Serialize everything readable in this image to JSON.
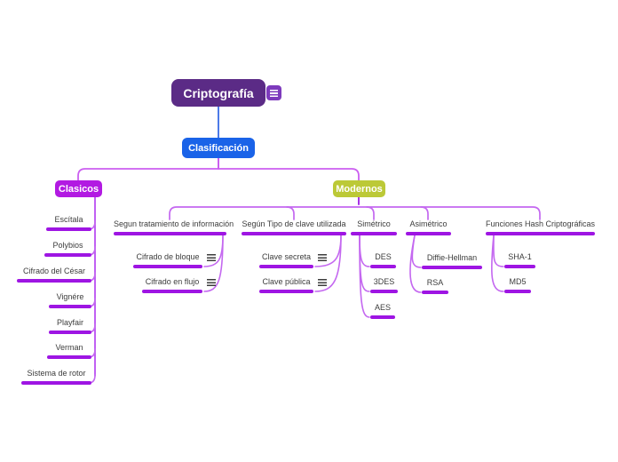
{
  "map": {
    "root": {
      "label": "Criptografía",
      "icon": "notes-menu-icon"
    },
    "clasificacion": {
      "label": "Clasificación"
    },
    "clasicos": {
      "label": "Clasicos",
      "children": [
        {
          "label": "Escítala"
        },
        {
          "label": "Polybios"
        },
        {
          "label": "Cifrado del César"
        },
        {
          "label": "Vignére"
        },
        {
          "label": "Playfair"
        },
        {
          "label": "Verman"
        },
        {
          "label": "Sistema de rotor"
        }
      ]
    },
    "modernos": {
      "label": "Modernos",
      "groups": [
        {
          "label": "Segun tratamiento de información",
          "children": [
            {
              "label": "Cifrado de bloque",
              "has_menu_icon": true
            },
            {
              "label": "Cifrado en flujo",
              "has_menu_icon": true
            }
          ]
        },
        {
          "label": "Según Tipo de clave utilizada",
          "children": [
            {
              "label": "Clave secreta",
              "has_menu_icon": true
            },
            {
              "label": "Clave pública",
              "has_menu_icon": true
            }
          ]
        },
        {
          "label": "Simétrico",
          "children": [
            {
              "label": "DES"
            },
            {
              "label": "3DES"
            },
            {
              "label": "AES"
            }
          ]
        },
        {
          "label": "Asimétrico",
          "children": [
            {
              "label": "Diffie-Hellman"
            },
            {
              "label": "RSA"
            }
          ]
        },
        {
          "label": "Funciones Hash Criptográficas",
          "children": [
            {
              "label": "SHA-1"
            },
            {
              "label": "MD5"
            }
          ]
        }
      ]
    },
    "colors": {
      "root_box": "#5b2b86",
      "root_attach_icon": "#7d3abc",
      "clasificacion_box": "#1a63e8",
      "clasicos_box": "#b21ae2",
      "modernos_box": "#bcc937",
      "underline_bar": "#9e15e3",
      "root_link": "#4d7ae8",
      "branch_link": "#c468f0",
      "label_text": "#3c3c3c"
    }
  }
}
